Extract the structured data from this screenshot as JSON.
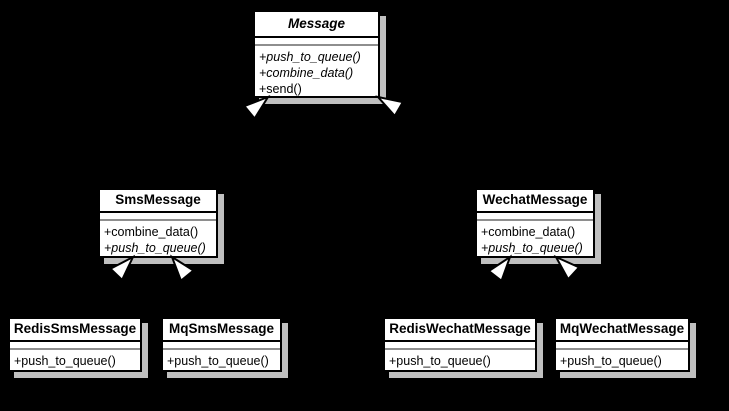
{
  "diagram_type": "uml-class-diagram",
  "colors": {
    "background": "#000000",
    "class_fill": "#ffffff",
    "class_border": "#000000",
    "shadow": "#c0c0c0",
    "attr_separator": "#8e8e8e",
    "arrowhead_fill": "#ffffff"
  },
  "classes": [
    {
      "name": "Message",
      "abstract": true,
      "methods": [
        {
          "text": "+push_to_queue()",
          "abstract": true
        },
        {
          "text": "+combine_data()",
          "abstract": true
        },
        {
          "text": "+send()",
          "abstract": false
        }
      ]
    },
    {
      "name": "SmsMessage",
      "abstract": false,
      "methods": [
        {
          "text": "+combine_data()",
          "abstract": false
        },
        {
          "text": "+push_to_queue()",
          "abstract": true
        }
      ]
    },
    {
      "name": "WechatMessage",
      "abstract": false,
      "methods": [
        {
          "text": "+combine_data()",
          "abstract": false
        },
        {
          "text": "+push_to_queue()",
          "abstract": true
        }
      ]
    },
    {
      "name": "RedisSmsMessage",
      "abstract": false,
      "methods": [
        {
          "text": "+push_to_queue()",
          "abstract": false
        }
      ]
    },
    {
      "name": "MqSmsMessage",
      "abstract": false,
      "methods": [
        {
          "text": "+push_to_queue()",
          "abstract": false
        }
      ]
    },
    {
      "name": "RedisWechatMessage",
      "abstract": false,
      "methods": [
        {
          "text": "+push_to_queue()",
          "abstract": false
        }
      ]
    },
    {
      "name": "MqWechatMessage",
      "abstract": false,
      "methods": [
        {
          "text": "+push_to_queue()",
          "abstract": false
        }
      ]
    }
  ],
  "relations": [
    {
      "type": "generalization",
      "from": "SmsMessage",
      "to": "Message"
    },
    {
      "type": "generalization",
      "from": "WechatMessage",
      "to": "Message"
    },
    {
      "type": "generalization",
      "from": "RedisSmsMessage",
      "to": "SmsMessage"
    },
    {
      "type": "generalization",
      "from": "MqSmsMessage",
      "to": "SmsMessage"
    },
    {
      "type": "generalization",
      "from": "RedisWechatMessage",
      "to": "WechatMessage"
    },
    {
      "type": "generalization",
      "from": "MqWechatMessage",
      "to": "WechatMessage"
    }
  ]
}
